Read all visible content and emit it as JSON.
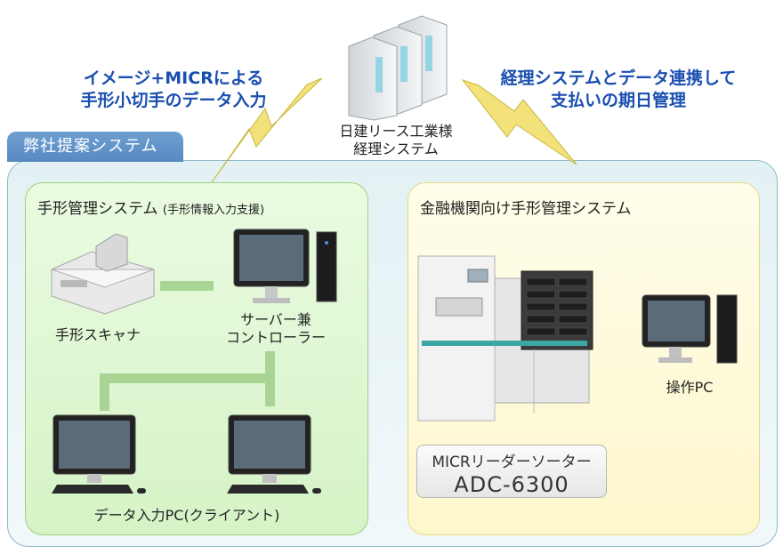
{
  "headline_left": {
    "line1": "イメージ+MICRによる",
    "line2": "手形小切手のデータ入力"
  },
  "headline_right": {
    "line1": "経理システムとデータ連携して",
    "line2": "支払いの期日管理"
  },
  "server": {
    "line1": "日建リース工業様",
    "line2": "経理システム"
  },
  "system_tab": "弊社提案システム",
  "left_panel": {
    "title": "手形管理システム",
    "title_sub": "(手形情報入力支援)",
    "scanner_label": "手形スキャナ",
    "server_label_line1": "サーバー兼",
    "server_label_line2": "コントローラー",
    "client_label": "データ入力PC(クライアント)"
  },
  "right_panel": {
    "title": "金融機関向け手形管理システム",
    "pc_label": "操作PC",
    "machine_label": "MICRリーダーソーター",
    "machine_model": "ADC-6300"
  },
  "colors": {
    "headline": "#1a4fb0",
    "tab": "#5f90c8",
    "green_panel": "#ddf5cf",
    "yellow_panel": "#fdf8d2",
    "connector_green": "#a9d493",
    "lightning": "#f3e27a"
  }
}
